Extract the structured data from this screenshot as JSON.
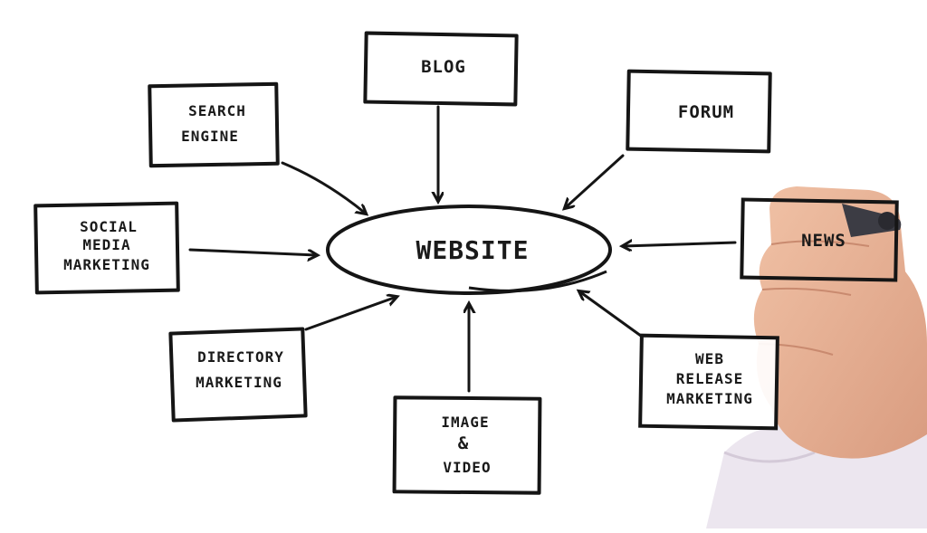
{
  "diagram": {
    "center": "WEBSITE",
    "nodes": {
      "blog": [
        "BLOG"
      ],
      "search_engine": [
        "SEARCH",
        "ENGINE"
      ],
      "forum": [
        "FORUM"
      ],
      "social_media_marketing": [
        "SOCIAL",
        "MEDIA",
        "MARKETING"
      ],
      "news": [
        "NEWS"
      ],
      "directory_marketing": [
        "DIRECTORY",
        "MARKETING"
      ],
      "image_video": [
        "IMAGE",
        "&",
        "VIDEO"
      ],
      "web_release_marketing": [
        "WEB",
        "RELEASE",
        "MARKETING"
      ]
    }
  },
  "colors": {
    "ink": "#151515",
    "skin": "#e9b295",
    "sleeve": "#ece6ef",
    "marker": "#3c3c44"
  }
}
